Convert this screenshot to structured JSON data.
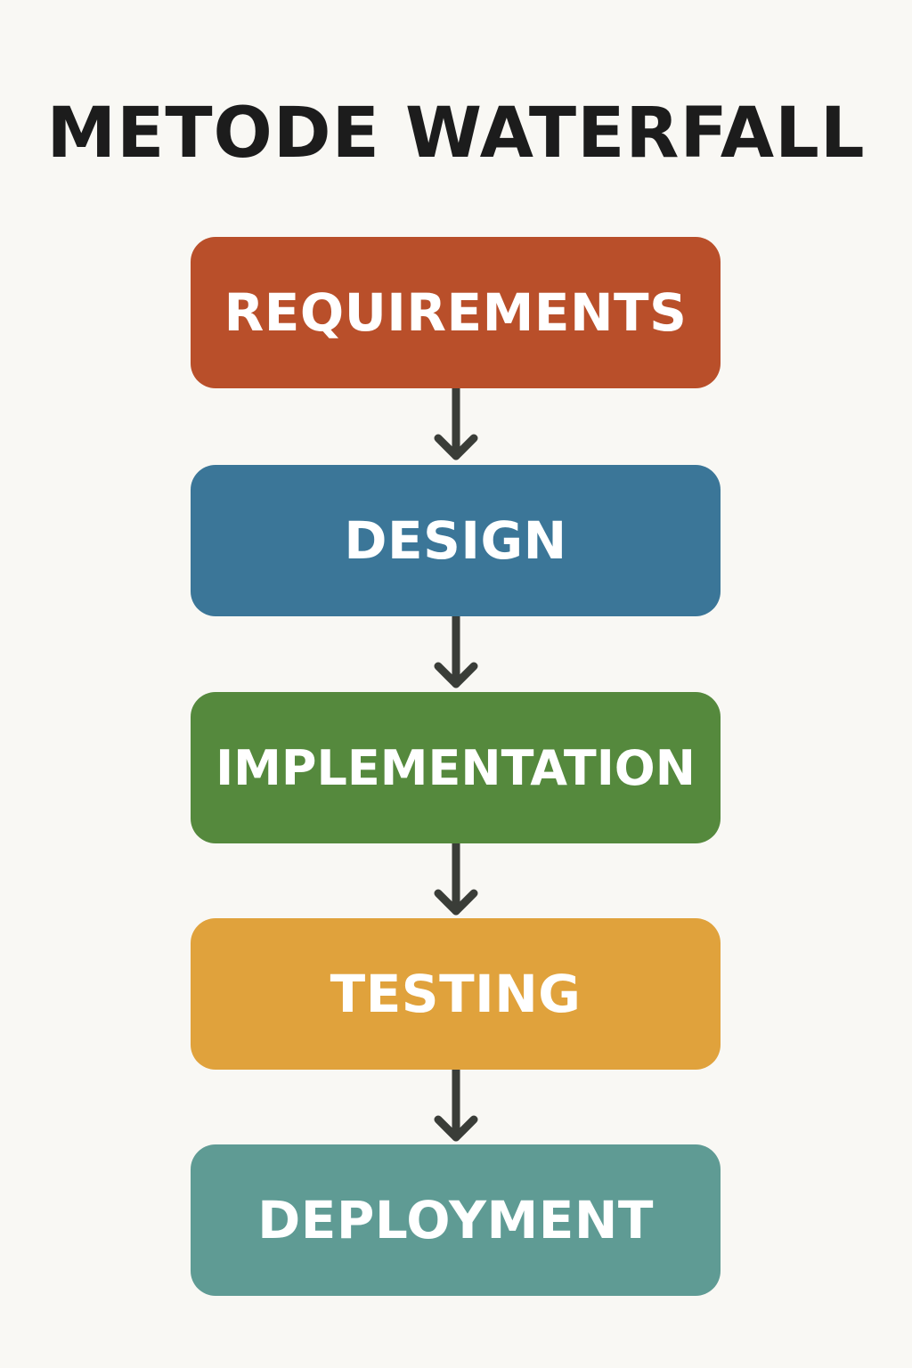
{
  "title": "METODE WATERFALL",
  "steps": [
    {
      "label": "REQUIREMENTS",
      "color": "#b94f2a"
    },
    {
      "label": "DESIGN",
      "color": "#3b7698"
    },
    {
      "label": "IMPLEMENTATION",
      "color": "#55893d"
    },
    {
      "label": "TESTING",
      "color": "#e0a23c"
    },
    {
      "label": "DEPLOYMENT",
      "color": "#5f9b94"
    }
  ],
  "connector_color": "#3a3d38",
  "connector_icon": "arrow-down-icon"
}
